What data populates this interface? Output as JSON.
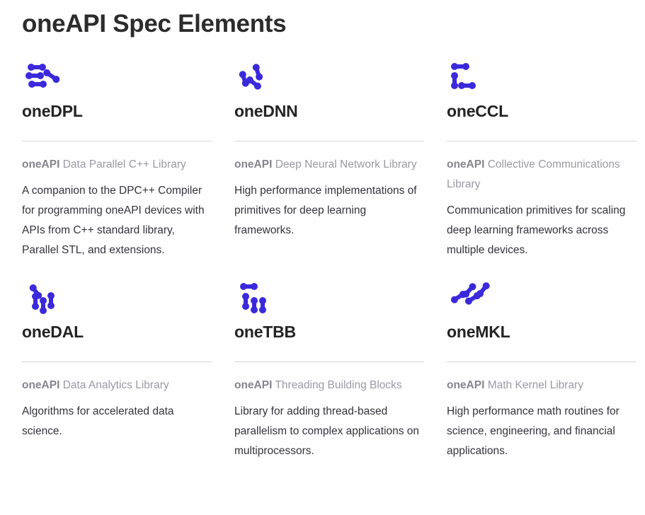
{
  "page": {
    "title": "oneAPI Spec Elements",
    "brand_word": "oneAPI",
    "accent_color": "#3b2adb",
    "title_color": "#2c2c2c",
    "rule_color": "#d5d5d7",
    "subtitle_color": "#9a9aa2",
    "body_color": "#33333a"
  },
  "cards": [
    {
      "icon": "onedpl-icon",
      "title": "oneDPL",
      "brand": "oneAPI",
      "subtitle": "Data Parallel C++ Library",
      "description": "A companion to the DPC++ Compiler for programming oneAPI devices with APIs from C++ standard library, Parallel STL, and extensions."
    },
    {
      "icon": "onednn-icon",
      "title": "oneDNN",
      "brand": "oneAPI",
      "subtitle": "Deep Neural Network Library",
      "description": "High performance implementations of primitives for deep learning frameworks."
    },
    {
      "icon": "oneccl-icon",
      "title": "oneCCL",
      "brand": "oneAPI",
      "subtitle": "Collective Communications Library",
      "description": "Communication primitives for scaling deep learning frameworks across multiple devices."
    },
    {
      "icon": "onedal-icon",
      "title": "oneDAL",
      "brand": "oneAPI",
      "subtitle": "Data Analytics Library",
      "description": "Algorithms for accelerated data science."
    },
    {
      "icon": "onetbb-icon",
      "title": "oneTBB",
      "brand": "oneAPI",
      "subtitle": "Threading Building Blocks",
      "description": "Library for adding thread-based parallelism to complex applications on multiprocessors."
    },
    {
      "icon": "onemkl-icon",
      "title": "oneMKL",
      "brand": "oneAPI",
      "subtitle": "Math Kernel Library",
      "description": "High performance math routines for science, engineering, and financial applications."
    }
  ]
}
